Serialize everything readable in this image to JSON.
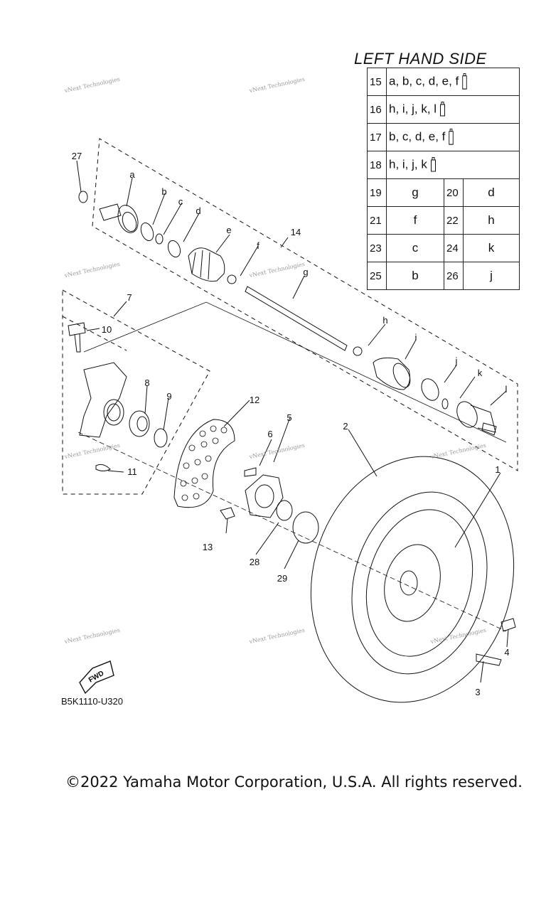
{
  "side_title": "LEFT HAND SIDE",
  "legend": [
    {
      "num": "15",
      "value": "a, b, c, d, e, f",
      "tube": "large"
    },
    {
      "num": "16",
      "value": "h, i, j, k, l",
      "tube": "small"
    },
    {
      "num": "17",
      "value": "b, c, d, e, f",
      "tube": "large"
    },
    {
      "num": "18",
      "value": "h, i, j, k",
      "tube": "small"
    }
  ],
  "legend_pairs": [
    [
      {
        "num": "19",
        "value": "g"
      },
      {
        "num": "20",
        "value": "d"
      }
    ],
    [
      {
        "num": "21",
        "value": "f"
      },
      {
        "num": "22",
        "value": "h"
      }
    ],
    [
      {
        "num": "23",
        "value": "c"
      },
      {
        "num": "24",
        "value": "k"
      }
    ],
    [
      {
        "num": "25",
        "value": "b"
      },
      {
        "num": "26",
        "value": "j"
      }
    ]
  ],
  "callouts": [
    "1",
    "2",
    "3",
    "4",
    "5",
    "6",
    "7",
    "8",
    "9",
    "10",
    "11",
    "12",
    "13",
    "14",
    "27",
    "28",
    "29"
  ],
  "letters": [
    "a",
    "b",
    "c",
    "d",
    "e",
    "f",
    "g",
    "h",
    "i",
    "j",
    "k",
    "l"
  ],
  "fwd_label": "FWD",
  "diagram_code": "B5K1110-U320",
  "watermark": "vNext Technologies",
  "copyright": "©2022 Yamaha Motor Corporation, U.S.A. All rights reserved."
}
